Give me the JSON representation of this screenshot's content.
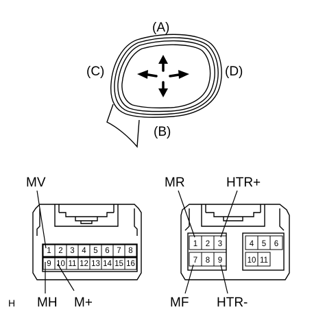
{
  "mirror": {
    "labels": {
      "a": "(A)",
      "b": "(B)",
      "c": "(C)",
      "d": "(D)"
    }
  },
  "connector_left": {
    "callouts": {
      "top": "MV",
      "bottom_left": "MH",
      "bottom_right": "M+"
    },
    "pins_top": [
      "1",
      "2",
      "3",
      "4",
      "5",
      "6",
      "7",
      "8"
    ],
    "pins_bottom": [
      "9",
      "10",
      "11",
      "12",
      "13",
      "14",
      "15",
      "16"
    ]
  },
  "connector_right": {
    "callouts": {
      "top_left": "MR",
      "top_right": "HTR+",
      "bottom_left": "MF",
      "bottom_right": "HTR-"
    },
    "pins_left_top": [
      "1",
      "2",
      "3"
    ],
    "pins_left_bottom": [
      "7",
      "8",
      "9"
    ],
    "pins_right_top": [
      "4",
      "5",
      "6"
    ],
    "pins_right_bottom": [
      "10",
      "11"
    ]
  },
  "corner_mark": "H"
}
